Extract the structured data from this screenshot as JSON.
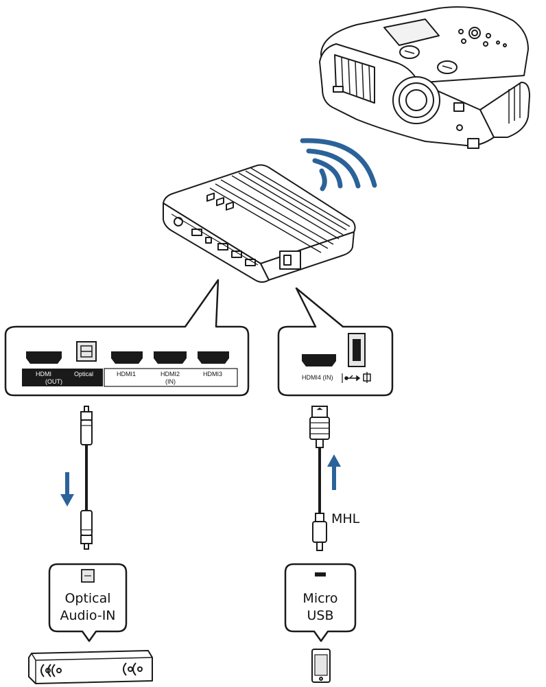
{
  "colors": {
    "accent": "#2b6299",
    "line": "#1a1a1a",
    "fill_dark": "#1a1a1a",
    "fill_light": "#ffffff",
    "panel_gray": "#e6e6e6"
  },
  "icons": {
    "projector": "projector-icon",
    "wireless": "wireless-signal-icon",
    "hub": "wireless-hub-icon",
    "soundbar": "soundbar-icon",
    "smartphone": "smartphone-icon"
  },
  "left_panel": {
    "hdmi_out_label": "HDMI",
    "out_label": "(OUT)",
    "optical_label": "Optical",
    "hdmi1_label": "HDMI1",
    "hdmi2_label": "HDMI2",
    "in_label": "(IN)",
    "hdmi3_label": "HDMI3"
  },
  "right_panel": {
    "hdmi4_label": "HDMI4 (IN)"
  },
  "mhl_label": "MHL",
  "optical_callout": {
    "line1": "Optical",
    "line2": "Audio-IN"
  },
  "usb_callout": {
    "line1": "Micro",
    "line2": "USB"
  }
}
